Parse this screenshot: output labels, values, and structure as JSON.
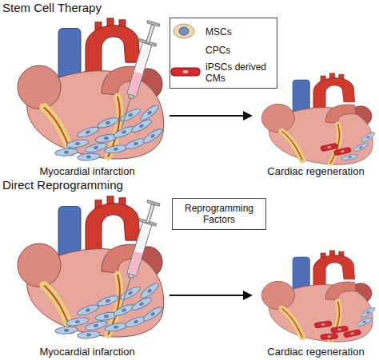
{
  "diagram": {
    "nodes": [
      {
        "text": [
          "MSCs",
          "CPCs",
          "iPSCs derived CMs"
        ]
      },
      {
        "text": [
          "Myocardial infarction"
        ]
      },
      {
        "text": [
          "Cardiac regeneration"
        ]
      },
      {
        "text": [
          "Reprogramming Factors"
        ]
      },
      {
        "text": [
          "Myocardial infarction"
        ]
      },
      {
        "text": [
          "Cardiac regeneration"
        ]
      }
    ],
    "edges": [
      {
        "from": 1,
        "to": 2,
        "arrow": "to"
      },
      {
        "from": 4,
        "to": 5,
        "arrow": "to"
      }
    ],
    "labels": [
      "Stem Cell Therapy",
      "Direct Reprogramming"
    ]
  }
}
